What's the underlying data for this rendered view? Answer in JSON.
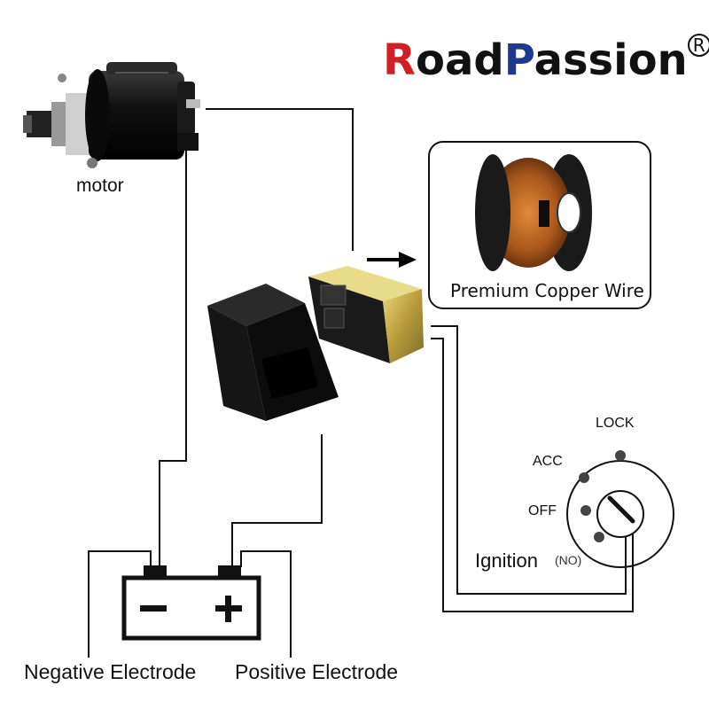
{
  "brand": {
    "first_capital": "R",
    "first_rest": "oad",
    "second_capital": "P",
    "second_rest": "assion",
    "registered_mark": "R",
    "colors": {
      "red": "#d01f27",
      "blue": "#1d3a8c",
      "text": "#111111"
    }
  },
  "components": {
    "motor_label": "motor",
    "copper_wire_label": "Premium Copper Wire",
    "battery_negative_symbol": "−",
    "battery_positive_symbol": "+",
    "negative_label": "Negative Electrode",
    "positive_label": "Positive Electrode"
  },
  "ignition": {
    "label": "Ignition",
    "sub_label": "(NO)",
    "positions": [
      "LOCK",
      "ACC",
      "OFF"
    ]
  },
  "colors": {
    "wire": "#111111",
    "relay_body": "#1a1a1a",
    "relay_metal": "#c8b24a",
    "copper": "#b8661c"
  }
}
